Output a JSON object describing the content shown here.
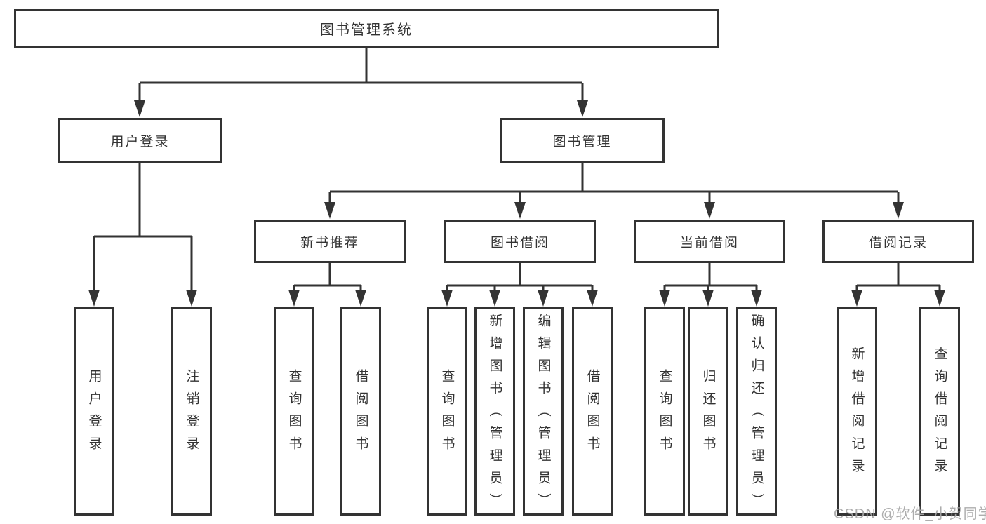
{
  "diagram": {
    "root_label": "图书管理系统",
    "branches": [
      {
        "label": "用户登录",
        "leaves": [
          "用户登录",
          "注销登录"
        ]
      },
      {
        "label": "图书管理",
        "groups": [
          {
            "label": "新书推荐",
            "leaves": [
              "查询图书",
              "借阅图书"
            ]
          },
          {
            "label": "图书借阅",
            "leaves": [
              "查询图书",
              "新增图书（管理员）",
              "编辑图书（管理员）",
              "借阅图书"
            ]
          },
          {
            "label": "当前借阅",
            "leaves": [
              "查询图书",
              "归还图书",
              "确认归还（管理员）"
            ]
          },
          {
            "label": "借阅记录",
            "leaves": [
              "新增借阅记录",
              "查询借阅记录"
            ]
          }
        ]
      }
    ]
  },
  "colors": {
    "line": "#333333",
    "box_fill": "#ffffff",
    "watermark": "#a6a6a6"
  },
  "watermark": {
    "text": "CSDN @软件_小贺同学"
  }
}
